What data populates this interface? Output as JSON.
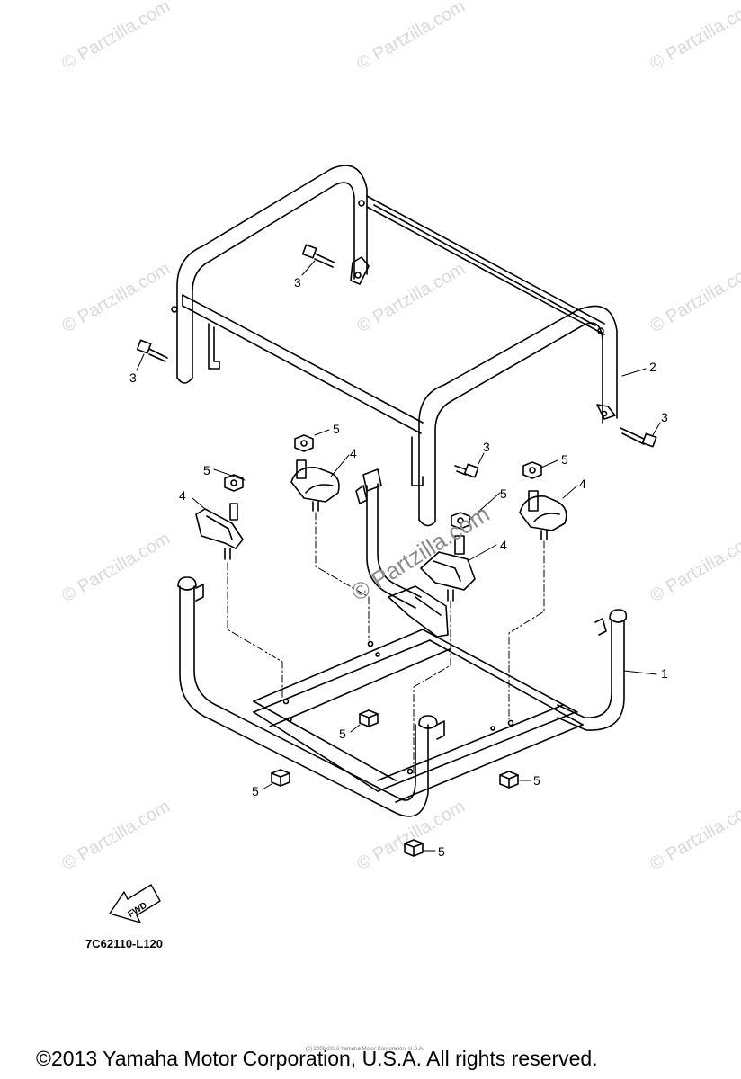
{
  "watermark": "© Partzilla.com",
  "center_watermark": "© Partzilla.com",
  "callouts": {
    "p1": "1",
    "p2": "2",
    "p3a": "3",
    "p3b": "3",
    "p3c": "3",
    "p3d": "3",
    "p4a": "4",
    "p4b": "4",
    "p4c": "4",
    "p4d": "4",
    "p5a": "5",
    "p5b": "5",
    "p5c": "5",
    "p5d": "5",
    "p5e": "5",
    "p5f": "5",
    "p5g": "5",
    "p5h": "5"
  },
  "fwd_label": "FWD",
  "diagram_code": "7C62110-L120",
  "small_notice": "(c) 2006-2016 Yamaha Motor Corporation, U.S.A.",
  "copyright": "©2013 Yamaha Motor Corporation, U.S.A. All rights reserved.",
  "colors": {
    "line": "#000000",
    "watermark": "#d9d9d9",
    "background": "#ffffff"
  }
}
